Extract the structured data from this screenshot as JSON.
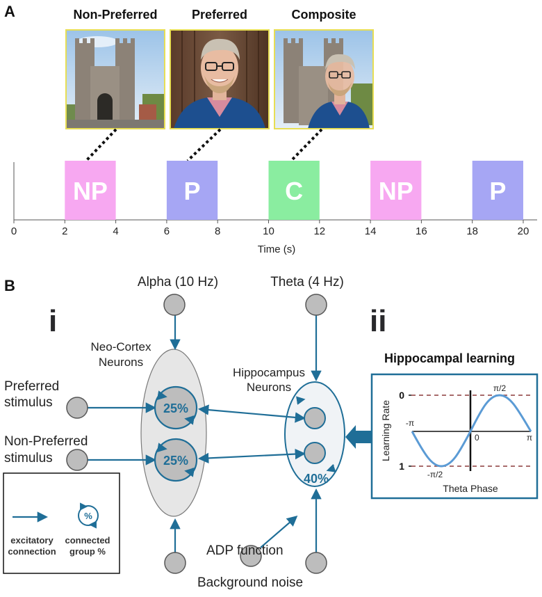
{
  "panel_a": {
    "label": "A",
    "titles": {
      "non_preferred": "Non-Preferred",
      "preferred": "Preferred",
      "composite": "Composite"
    },
    "blocks": [
      {
        "text": "NP",
        "color": "#f7a8f1"
      },
      {
        "text": "P",
        "color": "#a6a6f4"
      },
      {
        "text": "C",
        "color": "#8aeda0"
      },
      {
        "text": "NP",
        "color": "#f7a8f1"
      },
      {
        "text": "P",
        "color": "#a6a6f4"
      }
    ],
    "ticks": [
      "0",
      "2",
      "4",
      "6",
      "8",
      "10",
      "12",
      "14",
      "16",
      "18",
      "20"
    ],
    "xlabel": "Time (s)"
  },
  "panel_b": {
    "label": "B",
    "sub_i": "i",
    "sub_ii": "ii",
    "alpha": "Alpha (10 Hz)",
    "theta": "Theta (4 Hz)",
    "neocortex_1": "Neo-Cortex",
    "neocortex_2": "Neurons",
    "hippo_1": "Hippocampus",
    "hippo_2": "Neurons",
    "pref_1": "Preferred",
    "pref_2": "stimulus",
    "nonpref_1": "Non-Preferred",
    "nonpref_2": "stimulus",
    "pct_top": "25%",
    "pct_bottom": "25%",
    "pct_hippo": "40%",
    "adp": "ADP function",
    "noise": "Background noise",
    "legend": {
      "pct_symbol": "%",
      "excit_1": "excitatory",
      "excit_2": "connection",
      "conn_1": "connected",
      "conn_2": "group %"
    },
    "learning": {
      "title": "Hippocampal learning",
      "ylabel": "Learning Rate",
      "xlabel": "Theta Phase",
      "y_top": "0",
      "y_bottom": "1",
      "x_left": "-π",
      "x_zero": "0",
      "x_right": "π",
      "peak": "π/2",
      "trough": "-π/2"
    }
  },
  "colors": {
    "teal": "#1f6e97",
    "node": "#bdbdbd",
    "ellipse": "#e6e6e6"
  }
}
